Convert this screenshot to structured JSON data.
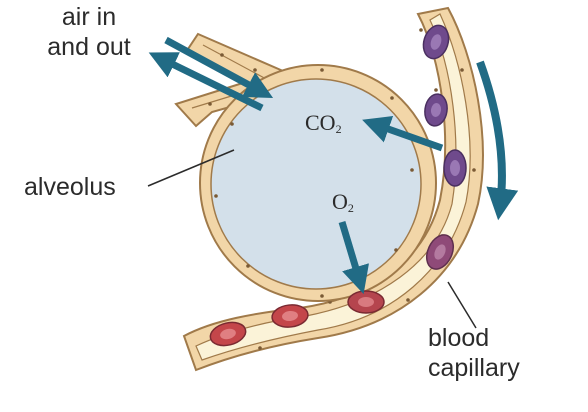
{
  "labels": {
    "air_line1": "air in",
    "air_line2": "and out",
    "alveolus": "alveolus",
    "blood_line1": "blood",
    "blood_line2": "capillary"
  },
  "gases": {
    "co2_base": "CO",
    "co2_sub": "2",
    "o2_base": "O",
    "o2_sub": "2"
  },
  "colors": {
    "tissue_fill": "#f2d6a8",
    "tissue_outline": "#a07a4a",
    "alveolus_air": "#d3e0ea",
    "capillary_plasma": "#fbf3d8",
    "arrow": "#216b85",
    "deoxygenated_cell": "#6f4a8c",
    "oxygenated_cell": "#c4464a"
  }
}
